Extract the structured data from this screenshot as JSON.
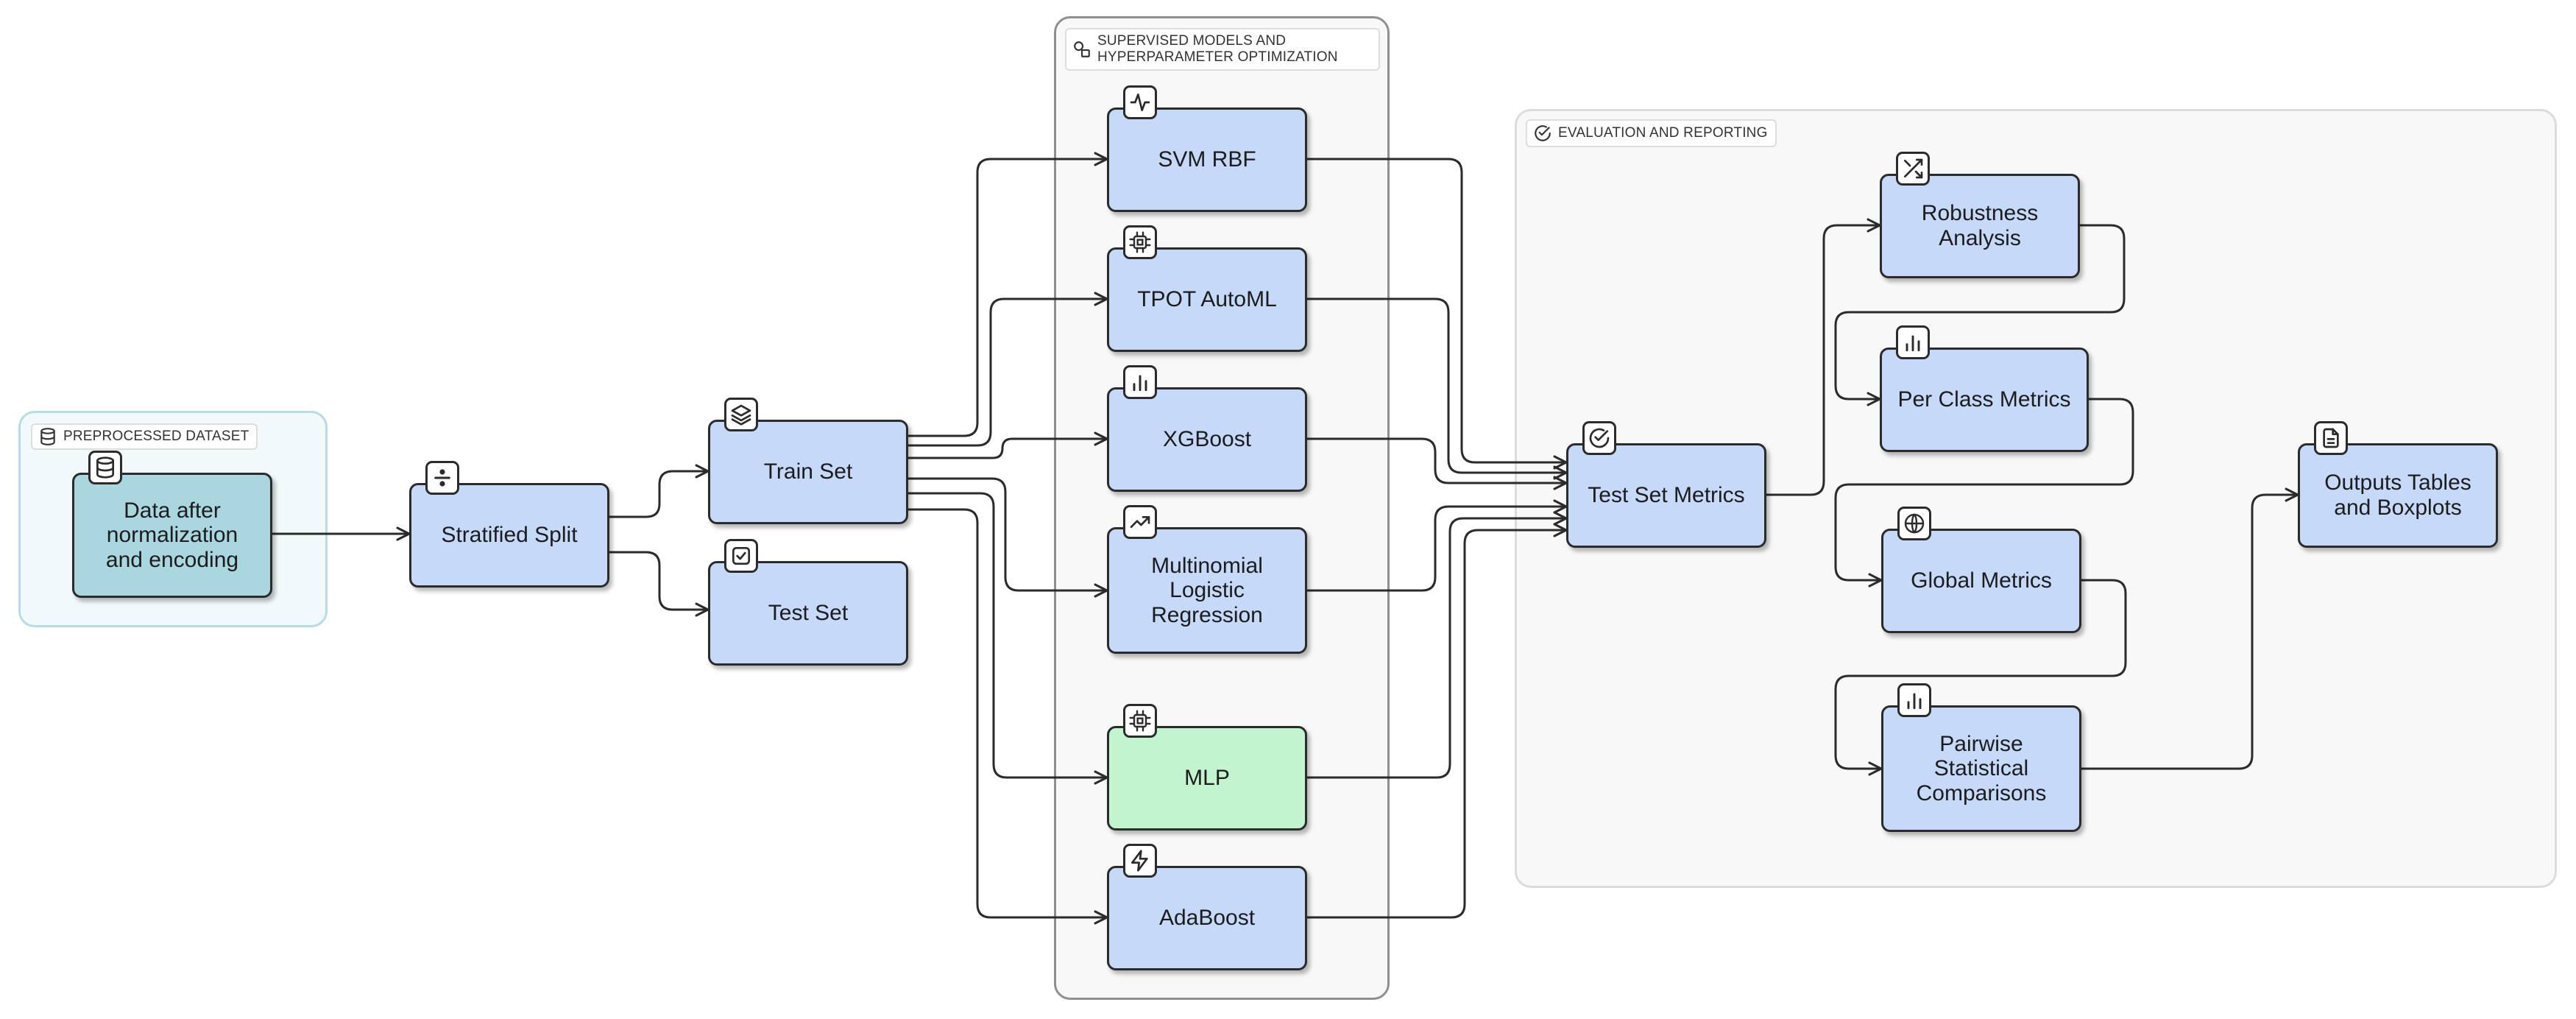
{
  "groups": {
    "preprocessed": {
      "label": "PREPROCESSED DATASET",
      "icon": "database-icon"
    },
    "supervised": {
      "label_line1": "SUPERVISED MODELS AND",
      "label_line2": "HYPERPARAMETER OPTIMIZATION",
      "icon": "shapes-icon"
    },
    "evaluation": {
      "label": "EVALUATION AND REPORTING",
      "icon": "check-circle-icon"
    }
  },
  "nodes": {
    "data": {
      "line1": "Data after",
      "line2": "normalization",
      "line3": "and encoding",
      "icon": "database-icon"
    },
    "split": {
      "label": "Stratified Split",
      "icon": "divide-icon"
    },
    "train": {
      "label": "Train Set",
      "icon": "layers-icon"
    },
    "test": {
      "label": "Test Set",
      "icon": "checkbox-icon"
    },
    "svm": {
      "label": "SVM RBF",
      "icon": "activity-icon"
    },
    "tpot": {
      "label": "TPOT AutoML",
      "icon": "cpu-icon"
    },
    "xgb": {
      "label": "XGBoost",
      "icon": "bar-chart-icon"
    },
    "mlr": {
      "line1": "Multinomial",
      "line2": "Logistic",
      "line3": "Regression",
      "icon": "trending-up-icon"
    },
    "mlp": {
      "label": "MLP",
      "icon": "cpu-icon"
    },
    "ada": {
      "label": "AdaBoost",
      "icon": "zap-icon"
    },
    "metrics": {
      "label": "Test Set Metrics",
      "icon": "check-circle-icon"
    },
    "robust": {
      "line1": "Robustness",
      "line2": "Analysis",
      "icon": "shuffle-icon"
    },
    "perclass": {
      "label": "Per Class Metrics",
      "icon": "bar-chart-icon"
    },
    "global": {
      "label": "Global Metrics",
      "icon": "globe-icon"
    },
    "pairwise": {
      "line1": "Pairwise",
      "line2": "Statistical",
      "line3": "Comparisons",
      "icon": "bar-chart-icon"
    },
    "outputs": {
      "line1": "Outputs Tables",
      "line2": "and Boxplots",
      "icon": "file-text-icon"
    }
  },
  "colors": {
    "node_blue": "#c6d9f9",
    "node_teal": "#a9d6df",
    "node_green": "#c2f5cf",
    "stroke": "#2b2b2b",
    "group_pre_fill": "#f1f9fb",
    "group_pre_border": "#b7dce5",
    "group_fill": "#f8f8f8"
  }
}
